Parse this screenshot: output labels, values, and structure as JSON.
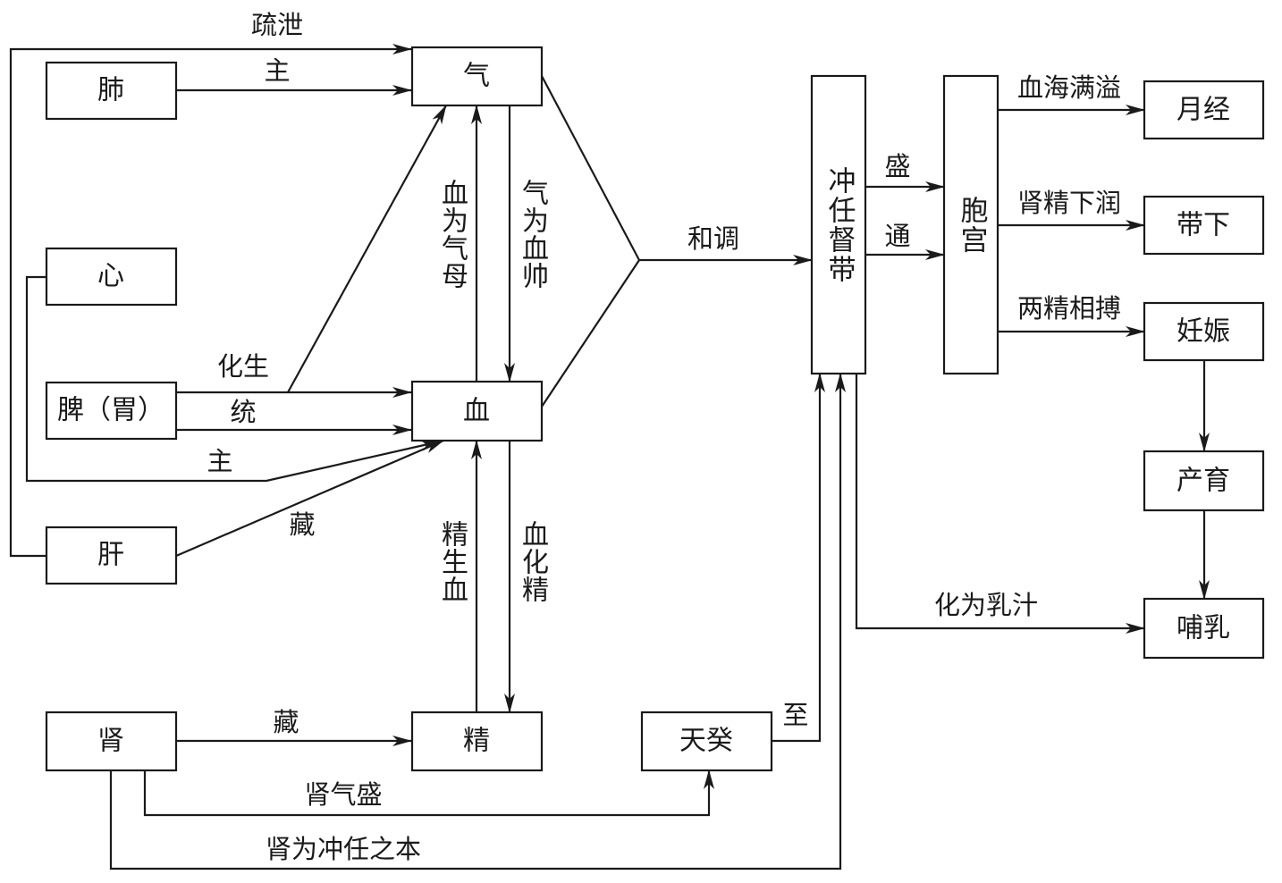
{
  "nodes": {
    "lung": "肺",
    "heart": "心",
    "spleen": "脾（胃）",
    "liver": "肝",
    "kidney": "肾",
    "qi": "气",
    "blood": "血",
    "essence": "精",
    "tiangui": "天癸",
    "chongren": "冲任督带",
    "uterus": "胞宫",
    "menses": "月经",
    "leukorrhea": "带下",
    "pregnancy": "妊娠",
    "birth": "产育",
    "lactation": "哺乳"
  },
  "labels": {
    "liver_qi": "疏泄",
    "lung_qi": "主",
    "spleen_qi": "化生",
    "spleen_blood": "统",
    "heart_blood": "主",
    "liver_blood": "藏",
    "kidney_essence": "藏",
    "blood_to_qi": "血为气母",
    "qi_to_blood": "气为血帅",
    "essence_to_blood": "精生血",
    "blood_to_essence": "血化精",
    "harmony": "和调",
    "prosperous": "盛",
    "unobstructed": "通",
    "blood_sea": "血海满溢",
    "kidney_moisten": "肾精下润",
    "two_essences": "两精相搏",
    "to_milk": "化为乳汁",
    "arrive": "至",
    "kidney_qi_full": "肾气盛",
    "kidney_root": "肾为冲任之本"
  }
}
